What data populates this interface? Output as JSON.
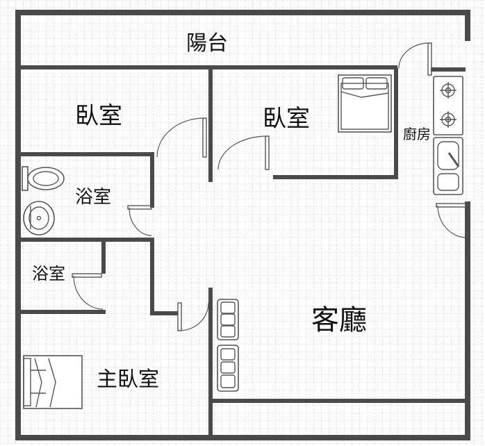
{
  "rooms": {
    "balcony": "陽台",
    "bedroom_left": "臥室",
    "bedroom_right": "臥室",
    "kitchen": "廚房",
    "bathroom_1": "浴室",
    "bathroom_2": "浴室",
    "living_room": "客廳",
    "master_bedroom": "主臥室"
  },
  "colors": {
    "wall": "#4a4a4a",
    "grid": "#c8c8c8",
    "fixture_stroke": "#555555"
  }
}
